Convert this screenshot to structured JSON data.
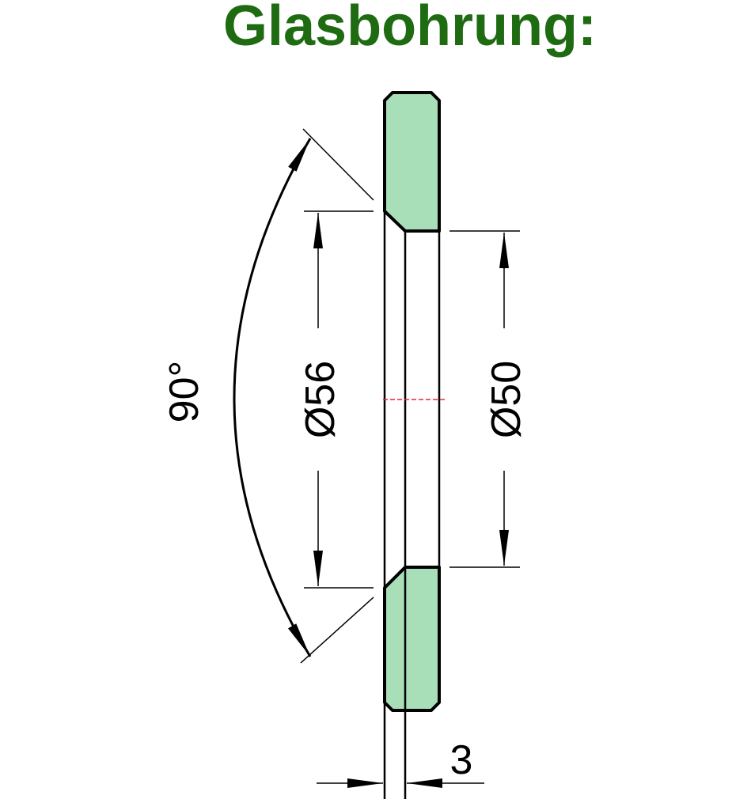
{
  "title": "Glasbohrung:",
  "dimensions": {
    "angle": "90°",
    "outer_diameter": "Ø56",
    "inner_diameter": "Ø50",
    "thickness": "3"
  },
  "colors": {
    "title": "#1e6b12",
    "glass_fill": "#a8dfb8",
    "centerline": "#e8243c"
  }
}
